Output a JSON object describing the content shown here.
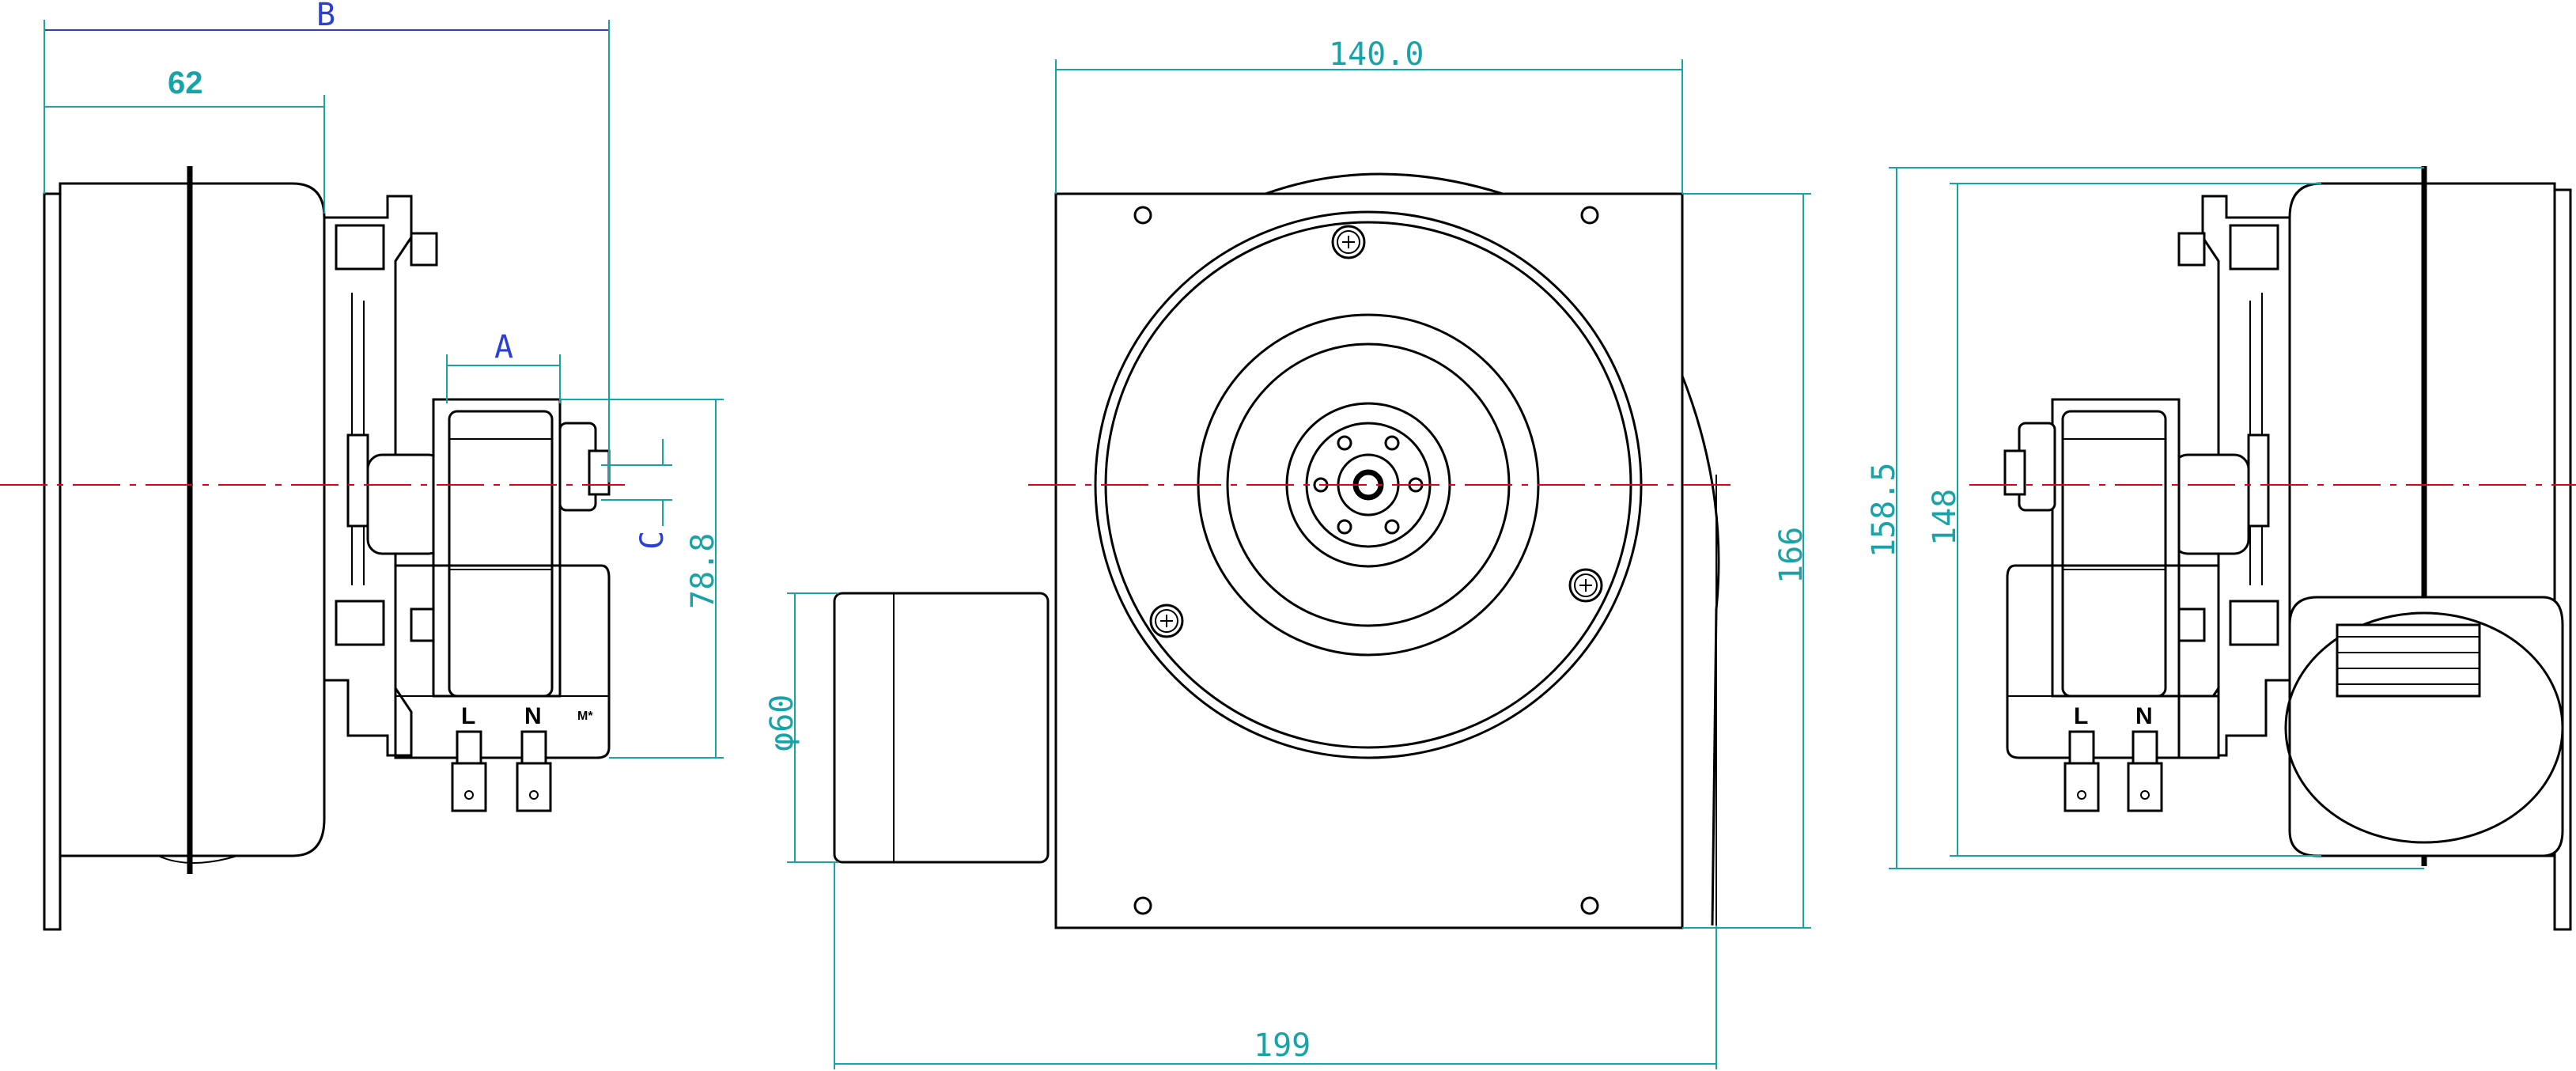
{
  "dimensions": {
    "B": "B",
    "62": "62",
    "A": "A",
    "C": "C",
    "78_8": "78.8",
    "140_0": "140.0",
    "166": "166",
    "phi60": "φ60",
    "199": "199",
    "158_5": "158.5",
    "148": "148"
  },
  "terminals": {
    "left_view_L": "L",
    "left_view_N": "N",
    "left_view_small": "M*",
    "right_view_L": "L",
    "right_view_N": "N"
  },
  "colors": {
    "dimension": "#18a3a8",
    "dimension_variable": "#2a3fd6",
    "centerline": "#e0001a",
    "outline": "#000000"
  }
}
